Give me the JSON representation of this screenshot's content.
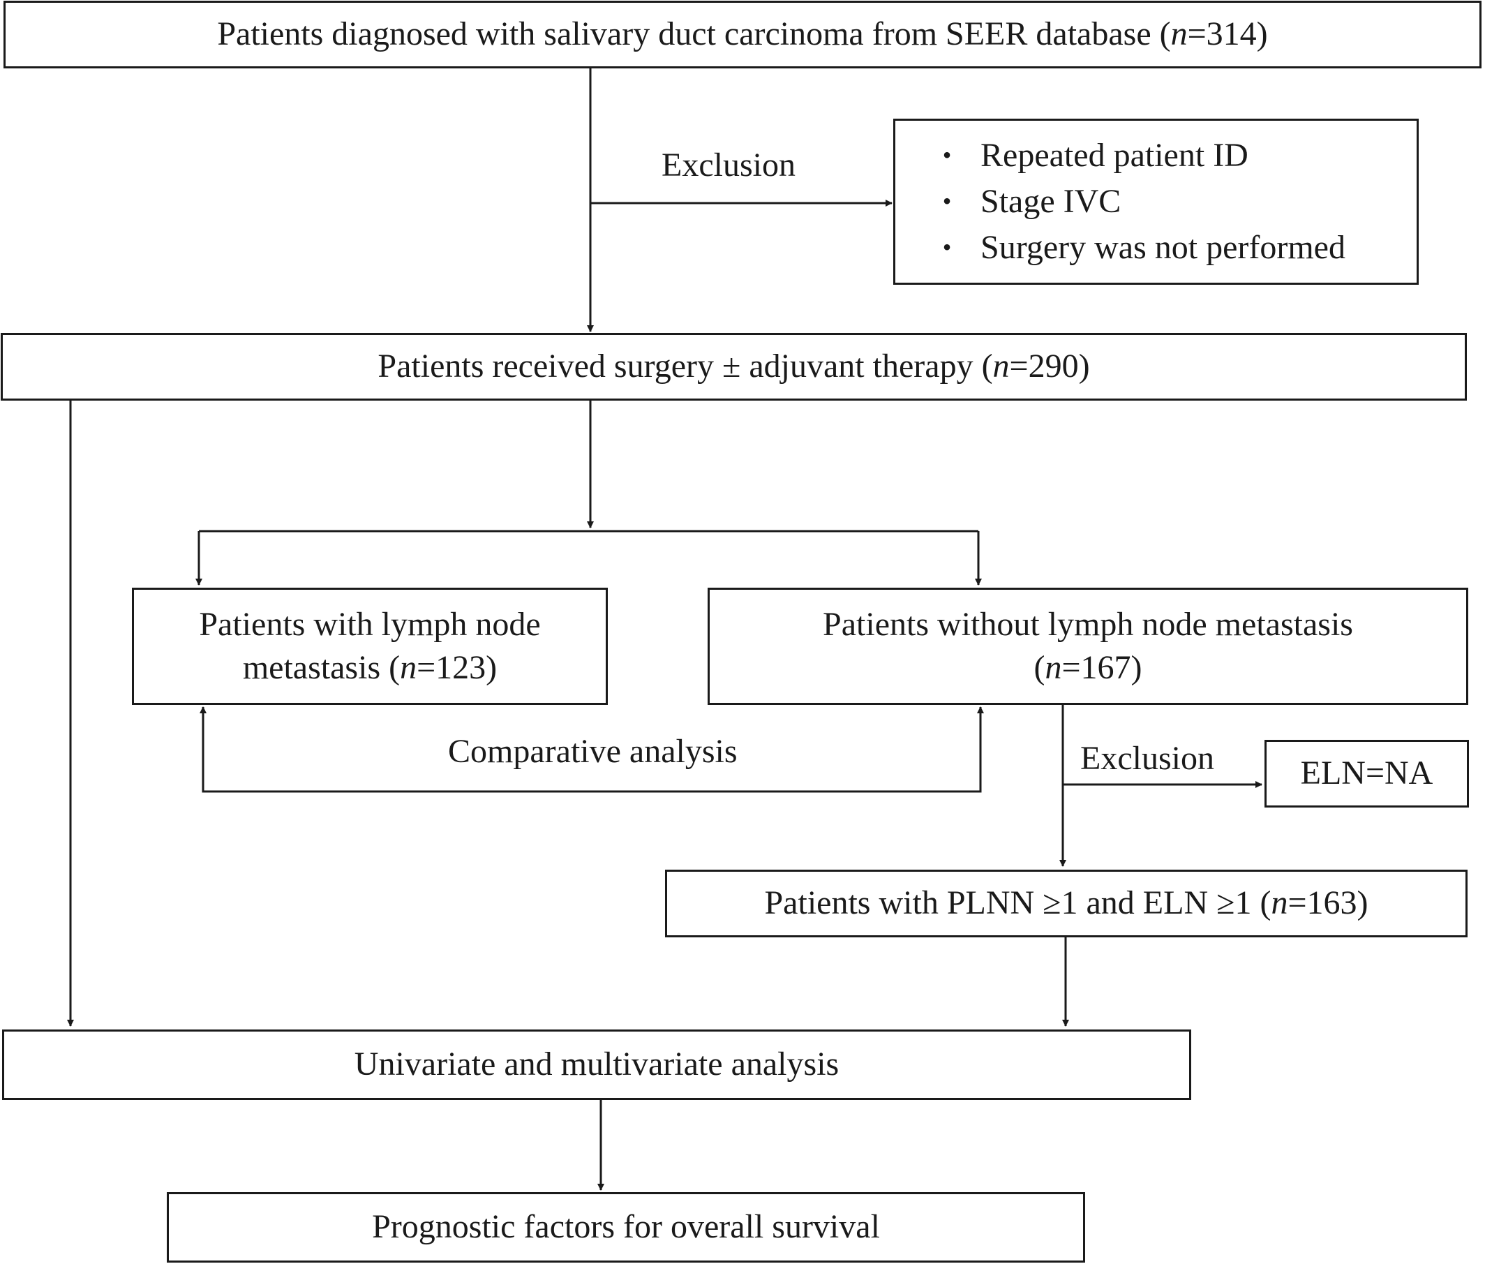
{
  "boxes": {
    "start": {
      "prefix": "Patients diagnosed with salivary duct carcinoma from SEER database (",
      "n_var": "n",
      "suffix": "=314)"
    },
    "exclusion_list": {
      "items": [
        "Repeated patient ID",
        "Stage IVC",
        "Surgery was not performed"
      ],
      "bullet": "•"
    },
    "surgery": {
      "prefix": "Patients  received surgery ± adjuvant therapy (",
      "n_var": "n",
      "suffix": "=290)"
    },
    "with_ln": {
      "line1": "Patients with lymph node",
      "line2_prefix": "metastasis  (",
      "n_var": "n",
      "line2_suffix": "=123)"
    },
    "without_ln": {
      "line1": "Patients without lymph node metastasis",
      "line2_prefix": "(",
      "n_var": "n",
      "line2_suffix": "=167)"
    },
    "eln_na": {
      "text": "ELN=NA"
    },
    "plnn": {
      "prefix": "Patients with PLNN ≥1 and ELN ≥1 (",
      "n_var": "n",
      "suffix": "=163)"
    },
    "analysis": {
      "text": "Univariate and multivariate analysis"
    },
    "prognostic": {
      "text": "Prognostic factors for overall survival"
    }
  },
  "labels": {
    "exclusion_top": "Exclusion",
    "comparative": "Comparative analysis",
    "exclusion_bottom": "Exclusion"
  }
}
